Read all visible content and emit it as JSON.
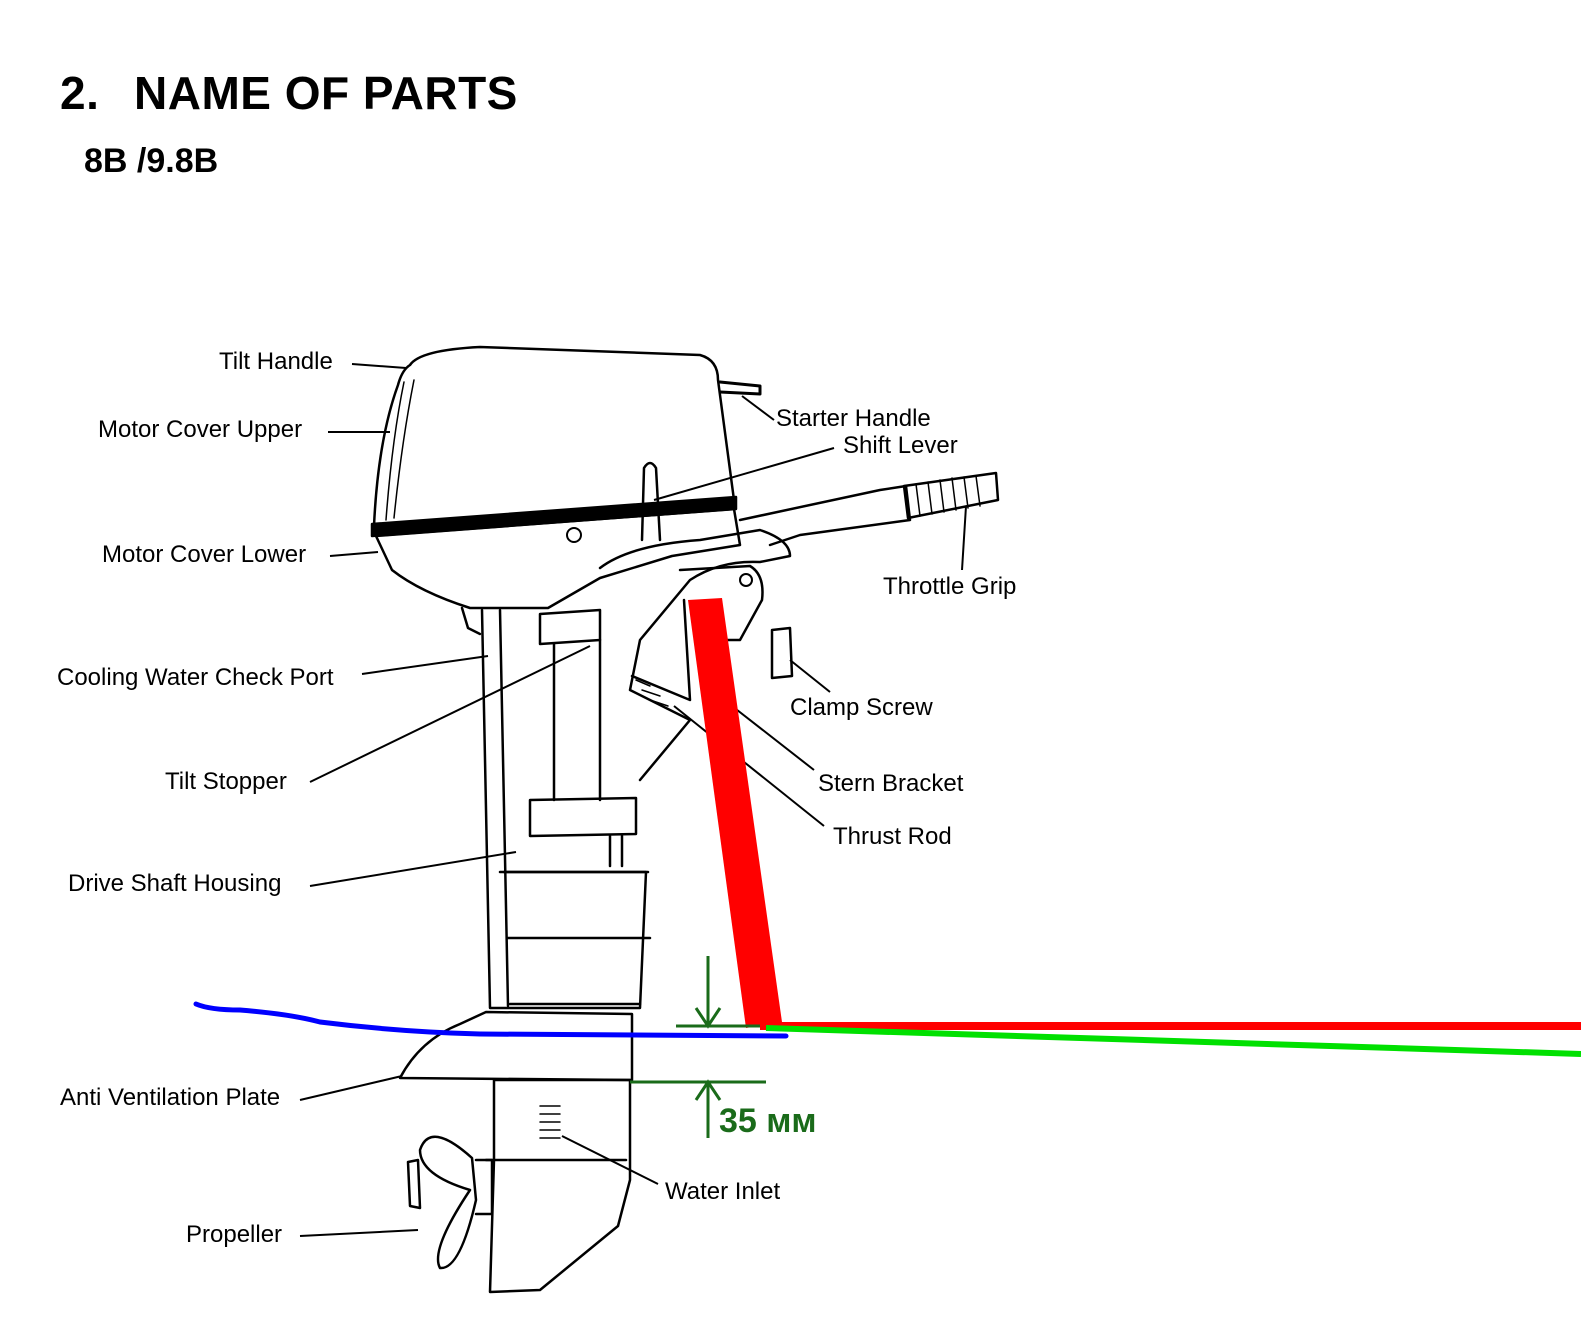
{
  "document": {
    "section_number": "2.",
    "section_title": "NAME OF PARTS",
    "model": "8B /9.8B"
  },
  "labels": {
    "tilt_handle": "Tilt Handle",
    "motor_cover_upper": "Motor Cover Upper",
    "motor_cover_lower": "Motor Cover Lower",
    "cooling_water_check_port": "Cooling Water Check Port",
    "tilt_stopper": "Tilt Stopper",
    "drive_shaft_housing": "Drive Shaft Housing",
    "anti_ventilation_plate": "Anti Ventilation Plate",
    "propeller": "Propeller",
    "starter_handle": "Starter Handle",
    "shift_lever": "Shift Lever",
    "throttle_grip": "Throttle Grip",
    "clamp_screw": "Clamp Screw",
    "stern_bracket": "Stern Bracket",
    "thrust_rod": "Thrust Rod",
    "water_inlet": "Water Inlet"
  },
  "annotation": {
    "measurement": "35 мм"
  },
  "colors": {
    "transom_line": "#ff0000",
    "hull_bottom_line": "#00e000",
    "waterline": "#0000ff",
    "dimension": "#1a6b1a"
  }
}
